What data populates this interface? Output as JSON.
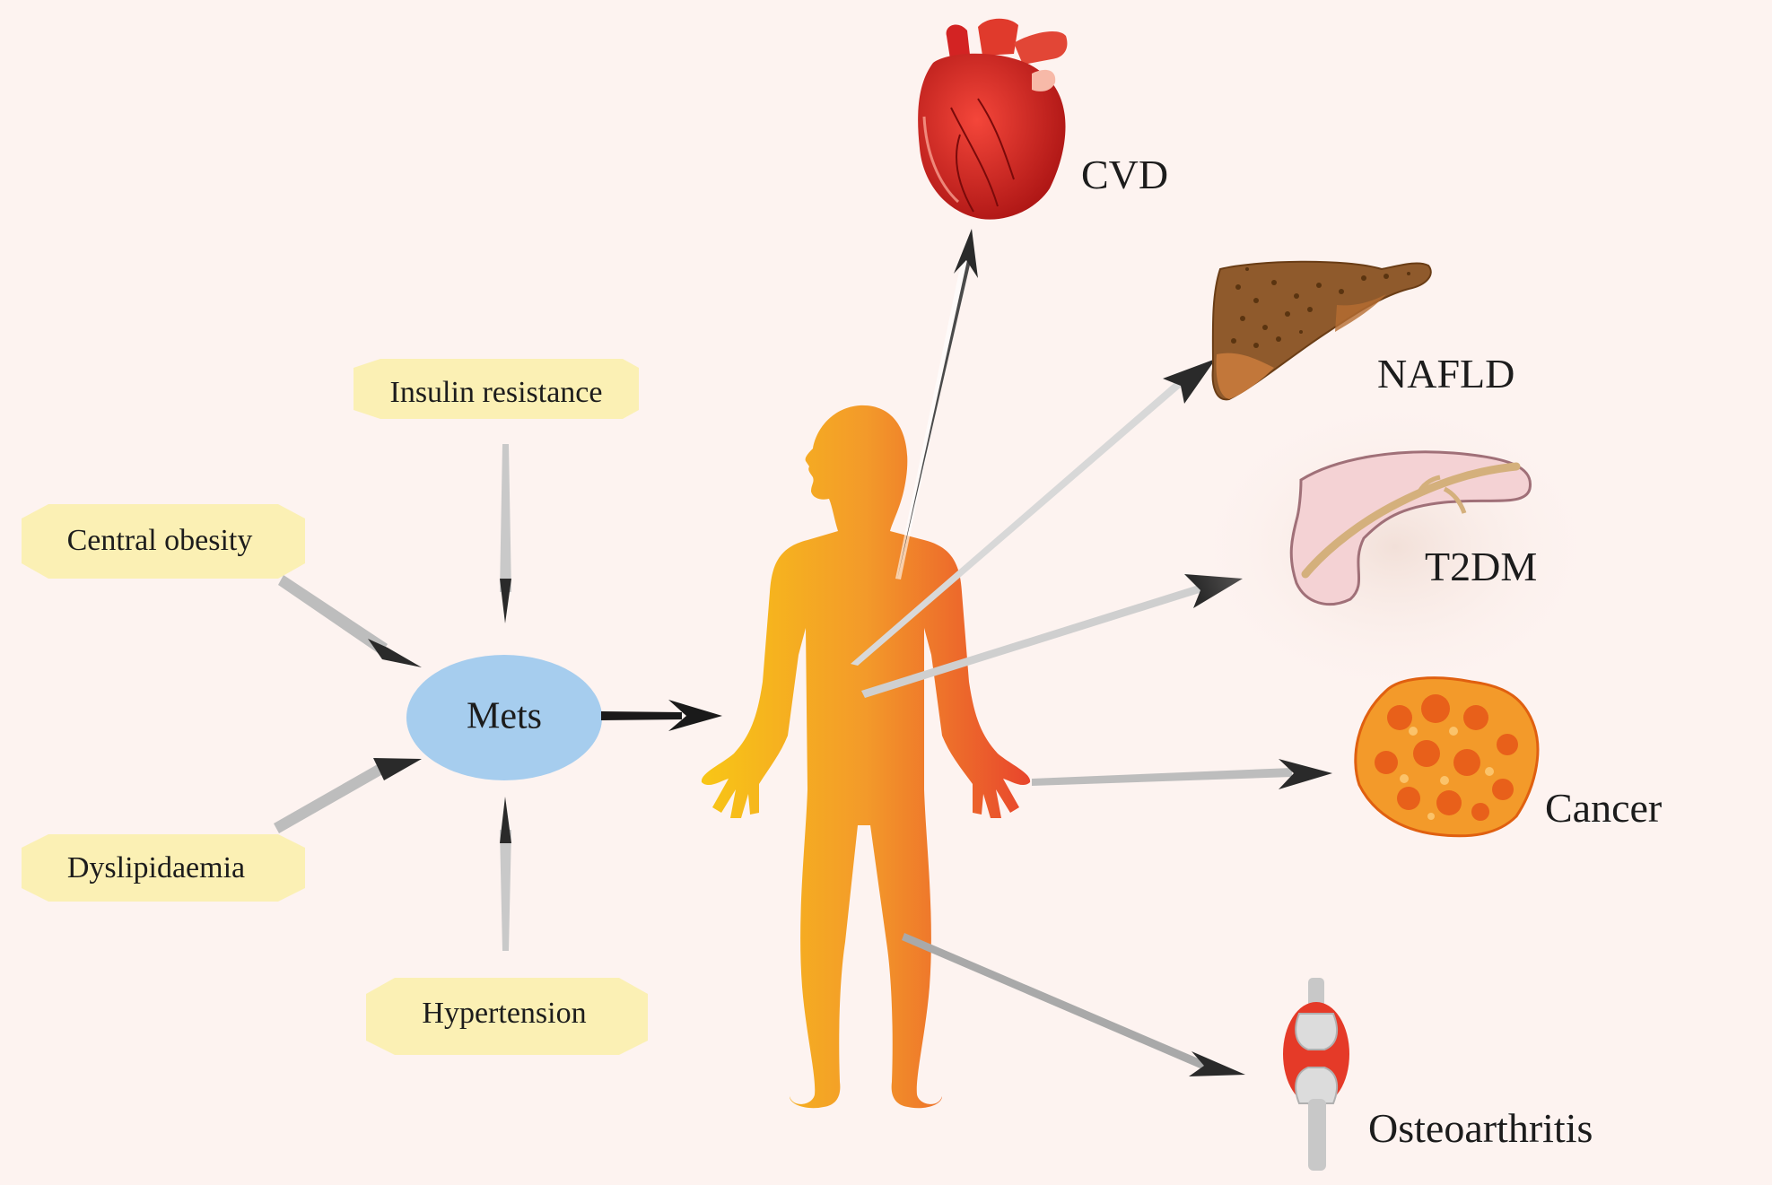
{
  "center": {
    "label": "Mets",
    "color": "#a6cdee"
  },
  "risk_factors": [
    {
      "label": "Insulin resistance"
    },
    {
      "label": "Central obesity"
    },
    {
      "label": "Dyslipidaemia"
    },
    {
      "label": "Hypertension"
    }
  ],
  "outcomes": [
    {
      "label": "CVD",
      "icon": "heart-icon"
    },
    {
      "label": "NAFLD",
      "icon": "liver-icon"
    },
    {
      "label": "T2DM",
      "icon": "pancreas-icon"
    },
    {
      "label": "Cancer",
      "icon": "tumor-icon"
    },
    {
      "label": "Osteoarthritis",
      "icon": "knee-joint-icon"
    }
  ],
  "colors": {
    "background": "#fdf3f0",
    "factor_fill": "#fbf0b4",
    "body_gradient": [
      "#f8c616",
      "#f39a2a",
      "#e8452c"
    ]
  }
}
